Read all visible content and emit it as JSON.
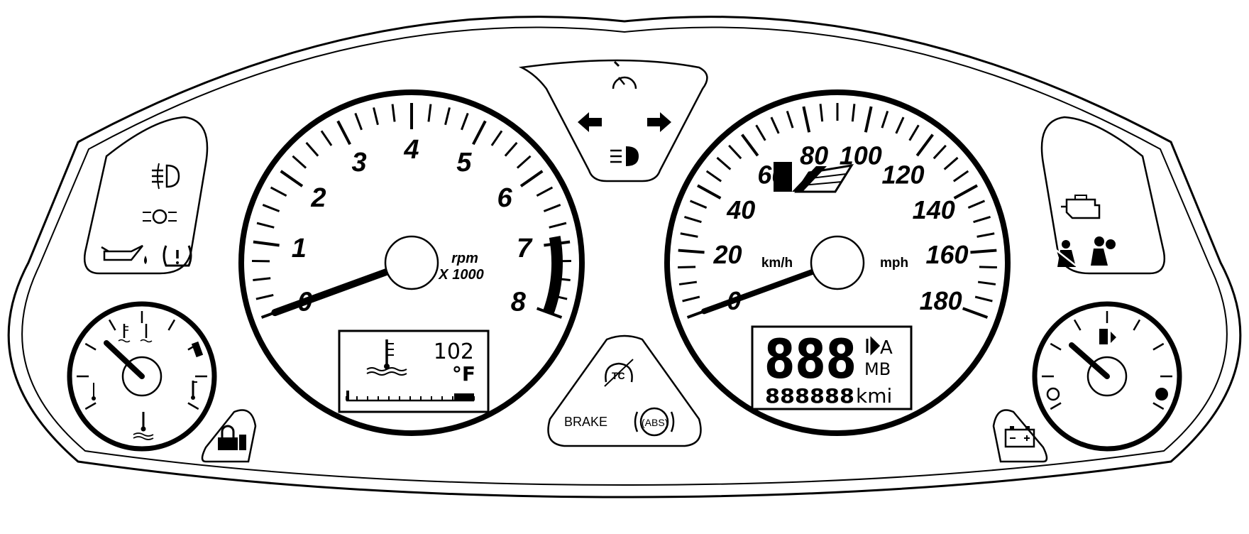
{
  "tachometer": {
    "labels": [
      "0",
      "1",
      "2",
      "3",
      "4",
      "5",
      "6",
      "7",
      "8"
    ],
    "unit_line1": "rpm",
    "unit_line2": "X 1000",
    "needle_value": 0
  },
  "speedometer": {
    "mph_labels": [
      "0",
      "20",
      "40",
      "60",
      "80",
      "100",
      "120",
      "140",
      "160",
      "180"
    ],
    "unit_left": "km/h",
    "unit_right": "mph",
    "needle_value": 0
  },
  "coolant_display": {
    "value": "102",
    "unit": "°F",
    "bar_fraction": 0.05
  },
  "odometer_display": {
    "digits": "888",
    "trip_line1": "A",
    "trip_line2": "MB",
    "odo": "888888",
    "odo_unit": "kmi"
  },
  "bottom_center": {
    "brake_label": "BRAKE",
    "abs_label": "(ABS)",
    "tc_label": "TC"
  },
  "icons": {
    "left_panel": [
      "rear-fog-icon",
      "front-fog-icon",
      "oil-pressure-icon",
      "tire-pressure-icon"
    ],
    "right_panel": [
      "check-engine-icon",
      "seatbelt-icon",
      "airbag-icon"
    ],
    "top_center": [
      "cruise-icon",
      "turn-left-icon",
      "turn-right-icon",
      "high-beam-icon"
    ],
    "other": [
      "security-icon",
      "battery-icon",
      "fuel-pump-icon",
      "coolant-temp-icon"
    ]
  }
}
